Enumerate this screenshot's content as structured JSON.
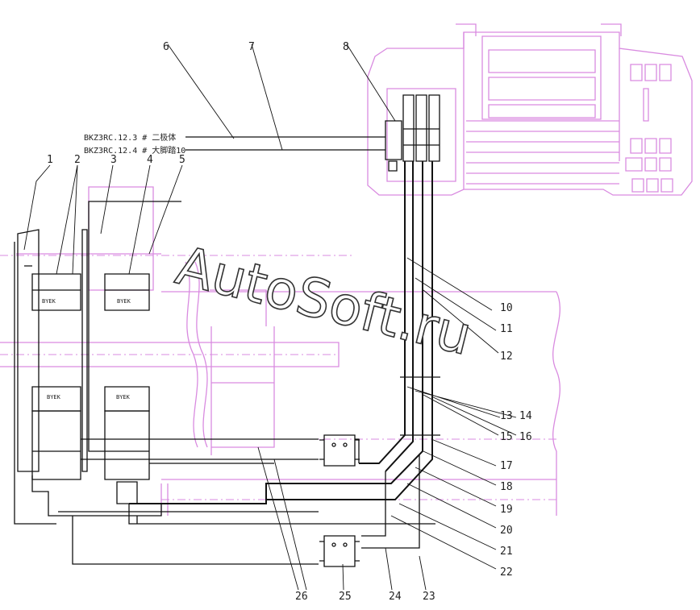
{
  "callouts": [
    "1",
    "2",
    "3",
    "4",
    "5",
    "6",
    "7",
    "8",
    "10",
    "11",
    "12",
    "13",
    "14",
    "15",
    "16",
    "17",
    "18",
    "19",
    "20",
    "21",
    "22",
    "23",
    "24",
    "25",
    "26"
  ],
  "cable_notes": [
    "BKZ3RC.12.3 # 二极体",
    "BKZ3RC.12.4 # 大脚踏10"
  ],
  "tank_label": "BYEK",
  "watermark": "AutoSoft.ru",
  "colors": {
    "frame": "#d98be0",
    "lines": "#111111"
  }
}
